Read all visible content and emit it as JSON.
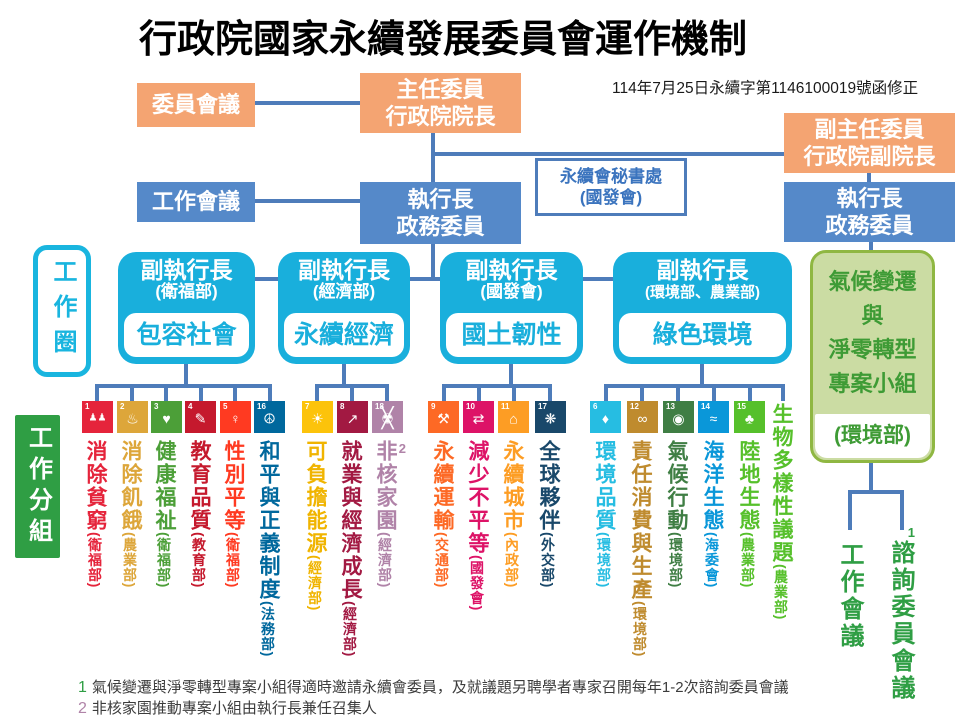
{
  "title": "行政院國家永續發展委員會運作機制",
  "revision_note": "114年7月25日永續字第1146100019號函修正",
  "palette": {
    "orange": "#f4a472",
    "blue": "#5589c9",
    "cyan": "#19afdc",
    "green": "#2f9e44",
    "line_blue": "#4e7cba",
    "secretariat_blue": "#3b74be",
    "project_fill": "#cbdca3",
    "project_border": "#8fb742",
    "project_text": "#3e9b35"
  },
  "org": {
    "committee_meeting": "委員會議",
    "chairperson": {
      "line1": "主任委員",
      "line2": "行政院院長"
    },
    "vice_chairperson": {
      "line1": "副主任委員",
      "line2": "行政院副院長"
    },
    "work_meeting": "工作會議",
    "ceo_left": {
      "line1": "執行長",
      "line2": "政務委員"
    },
    "ceo_right": {
      "line1": "執行長",
      "line2": "政務委員"
    },
    "secretariat": {
      "line1": "永續會秘書處",
      "line2": "(國發會)"
    },
    "work_circle": "工作圈",
    "work_groups_label": "工作分組"
  },
  "deputies": [
    {
      "title": "副執行長",
      "ministry": "(衛福部)",
      "theme": "包容社會"
    },
    {
      "title": "副執行長",
      "ministry": "(經濟部)",
      "theme": "永續經濟"
    },
    {
      "title": "副執行長",
      "ministry": "(國發會)",
      "theme": "國土韌性"
    },
    {
      "title": "副執行長",
      "ministry": "(環境部、農業部)",
      "theme": "綠色環境"
    }
  ],
  "project_team": {
    "lines": [
      "氣候變遷",
      "與",
      "淨零轉型",
      "專案小組"
    ],
    "ministry": "(環境部)"
  },
  "project_links": {
    "work_meeting": "工作會議",
    "advisory": "諮詢委員會議",
    "advisory_sup": "1",
    "color": "#2f9e44"
  },
  "sdgs": [
    {
      "num": "1",
      "glyph": "♟♟",
      "color": "#e5243b"
    },
    {
      "num": "2",
      "glyph": "♨",
      "color": "#dda63a"
    },
    {
      "num": "3",
      "glyph": "♥",
      "color": "#4c9f38"
    },
    {
      "num": "4",
      "glyph": "✎",
      "color": "#c5192d"
    },
    {
      "num": "5",
      "glyph": "♀",
      "color": "#ff3a21"
    },
    {
      "num": "16",
      "glyph": "☮",
      "color": "#00689d"
    },
    {
      "num": "7",
      "glyph": "☀",
      "color": "#fcc30b"
    },
    {
      "num": "8",
      "glyph": "↗",
      "color": "#a21942"
    },
    {
      "num": "18",
      "glyph": "☢",
      "overlay": "╳",
      "color": "#b083a8"
    },
    {
      "num": "9",
      "glyph": "⚒",
      "color": "#fd6925"
    },
    {
      "num": "10",
      "glyph": "⇄",
      "color": "#dd1367"
    },
    {
      "num": "11",
      "glyph": "⌂",
      "color": "#fd9d24"
    },
    {
      "num": "17",
      "glyph": "❋",
      "color": "#19486a"
    },
    {
      "num": "6",
      "glyph": "♦",
      "color": "#26bde2"
    },
    {
      "num": "12",
      "glyph": "∞",
      "color": "#bf8b2e"
    },
    {
      "num": "13",
      "glyph": "◉",
      "color": "#3f7e44"
    },
    {
      "num": "14",
      "glyph": "≈",
      "color": "#0a97d9"
    },
    {
      "num": "15",
      "glyph": "♣",
      "color": "#56c02b"
    }
  ],
  "labels": [
    {
      "name": "消除貧窮",
      "ministry": "(衛福部)",
      "color": "#e5243b"
    },
    {
      "name": "消除飢餓",
      "ministry": "(農業部)",
      "color": "#dda63a"
    },
    {
      "name": "健康福祉",
      "ministry": "(衛福部)",
      "color": "#4c9f38"
    },
    {
      "name": "教育品質",
      "ministry": "(教育部)",
      "color": "#c5192d"
    },
    {
      "name": "性別平等",
      "ministry": "(衛福部)",
      "color": "#ff3a21"
    },
    {
      "name": "和平與正義制度",
      "ministry": "(法務部)",
      "color": "#00689d"
    },
    {
      "name": "可負擔能源",
      "ministry": "(經濟部)",
      "color": "#f0b400"
    },
    {
      "name": "就業與經濟成長",
      "ministry": "(經濟部)",
      "color": "#a21942"
    },
    {
      "name": "非核家園",
      "sup": "2",
      "ministry": "(經濟部)",
      "color": "#b083a8"
    },
    {
      "name": "永續運輸",
      "ministry": "(交通部)",
      "color": "#fd6925"
    },
    {
      "name": "減少不平等",
      "ministry": "(國發會)",
      "color": "#dd1367"
    },
    {
      "name": "永續城市",
      "ministry": "(內政部)",
      "color": "#fd9d24"
    },
    {
      "name": "全球夥伴",
      "ministry": "(外交部)",
      "color": "#19486a"
    },
    {
      "name": "環境品質",
      "ministry": "(環境部)",
      "color": "#26bde2"
    },
    {
      "name": "責任消費與生產",
      "ministry": "(環境部)",
      "color": "#bf8b2e"
    },
    {
      "name": "氣候行動",
      "ministry": "(環境部)",
      "color": "#3f7e44"
    },
    {
      "name": "海洋生態",
      "ministry": "(海委會)",
      "color": "#0a97d9"
    },
    {
      "name": "陸地生態",
      "ministry": "(農業部)",
      "color": "#56c02b"
    },
    {
      "name": "生物多樣性議題",
      "ministry": "(農業部)",
      "color": "#56c02b"
    }
  ],
  "footnotes": [
    {
      "marker": "1",
      "color": "#2f9e44",
      "text": "氣候變遷與淨零轉型專案小組得適時邀請永續會委員，及就議題另聘學者專家召開每年1-2次諮詢委員會議"
    },
    {
      "marker": "2",
      "color": "#b083a8",
      "text": "非核家園推動專案小組由執行長兼任召集人"
    }
  ]
}
